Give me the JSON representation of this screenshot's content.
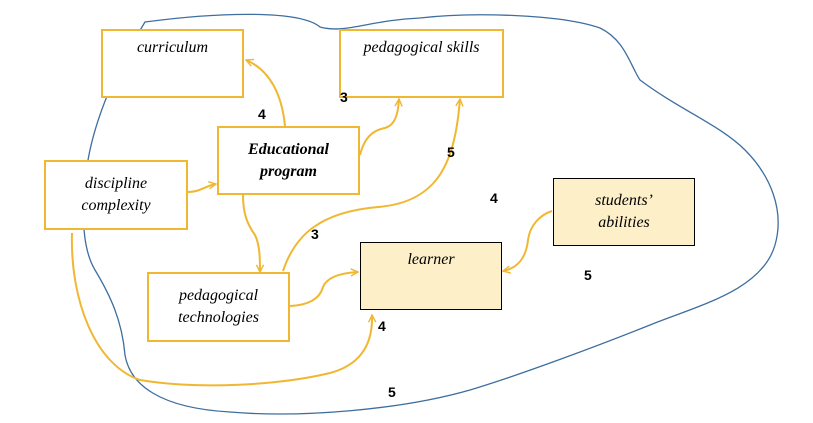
{
  "colors": {
    "arrow": "#f0b732",
    "boundary": "#3e6e9e",
    "box_border": "#f0b732",
    "highlight_fill": "#fdf0c8"
  },
  "nodes": {
    "curriculum": "curriculum",
    "pedagogical_skills": "pedagogical skills",
    "educational_program": "Educational program",
    "discipline_complexity": "discipline complexity",
    "pedagogical_technologies": "pedagogical technologies",
    "learner": "learner",
    "students_abilities": "students’ abilities"
  },
  "edge_labels": {
    "program_to_curriculum": "4",
    "program_to_skills": "3",
    "technologies_to_skills": "5",
    "skills_region": "4",
    "program_to_technologies": "3",
    "abilities_to_learner": "5",
    "complexity_to_learner": "4",
    "bottom_boundary": "5"
  }
}
